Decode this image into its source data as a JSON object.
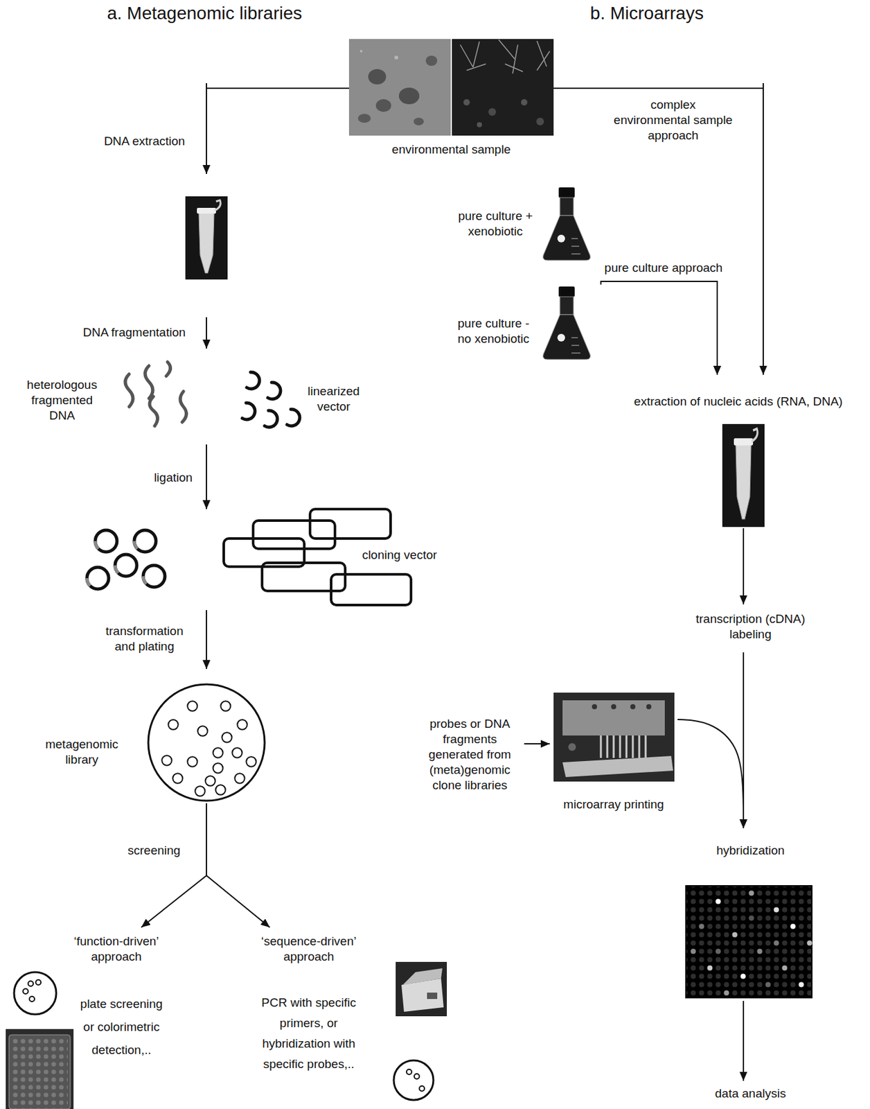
{
  "diagram": {
    "nodes": [
      {
        "text": [
          "environmental sample"
        ]
      },
      {
        "text": []
      },
      {
        "text": [
          "heterologous fragmented DNA",
          "linearized vector"
        ]
      },
      {
        "text": [
          "cloning vector"
        ]
      },
      {
        "text": [
          "metagenomic library"
        ]
      },
      {
        "text": [
          "‘function-driven’ approach",
          "plate screening or colorimetric detection,.."
        ]
      },
      {
        "text": [
          "‘sequence-driven’ approach",
          "PCR with specific primers, or hybridization with specific probes,.."
        ]
      },
      {
        "text": [
          "pure culture + xenobiotic"
        ]
      },
      {
        "text": [
          "pure culture - no xenobiotic"
        ]
      },
      {
        "text": [
          "extraction of nucleic acids (RNA, DNA)"
        ]
      },
      {
        "text": [
          "transcription (cDNA) labeling"
        ]
      },
      {
        "text": [
          "microarray printing"
        ]
      },
      {
        "text": [
          "probes or DNA fragments generated from (meta)genomic clone libraries"
        ]
      },
      {
        "text": [
          "hybridization"
        ]
      },
      {
        "text": [
          "data analysis"
        ]
      }
    ],
    "edges": [
      {
        "from": 0,
        "to": 1,
        "arrow": "to",
        "label": "DNA extraction"
      },
      {
        "from": 1,
        "to": 2,
        "arrow": "to",
        "label": "DNA fragmentation"
      },
      {
        "from": 2,
        "to": 3,
        "arrow": "to",
        "label": "ligation"
      },
      {
        "from": 3,
        "to": 4,
        "arrow": "to",
        "label": "transformation and plating"
      },
      {
        "from": 4,
        "to": 5,
        "arrow": "to",
        "label": "screening"
      },
      {
        "from": 4,
        "to": 6,
        "arrow": "to"
      },
      {
        "from": 0,
        "to": 9,
        "arrow": "to",
        "label": "complex environmental sample approach"
      },
      {
        "from": 7,
        "to": 9,
        "arrow": "to",
        "label": "pure culture approach"
      },
      {
        "from": 8,
        "to": 9,
        "arrow": "to"
      },
      {
        "from": 9,
        "to": 10,
        "arrow": "to"
      },
      {
        "from": 10,
        "to": 13,
        "arrow": "to"
      },
      {
        "from": 12,
        "to": 11,
        "arrow": "to"
      },
      {
        "from": 11,
        "to": 13,
        "arrow": "to"
      },
      {
        "from": 13,
        "to": 14,
        "arrow": "to"
      }
    ],
    "labels": [
      "a. Metagenomic libraries",
      "b. Microarrays"
    ]
  }
}
